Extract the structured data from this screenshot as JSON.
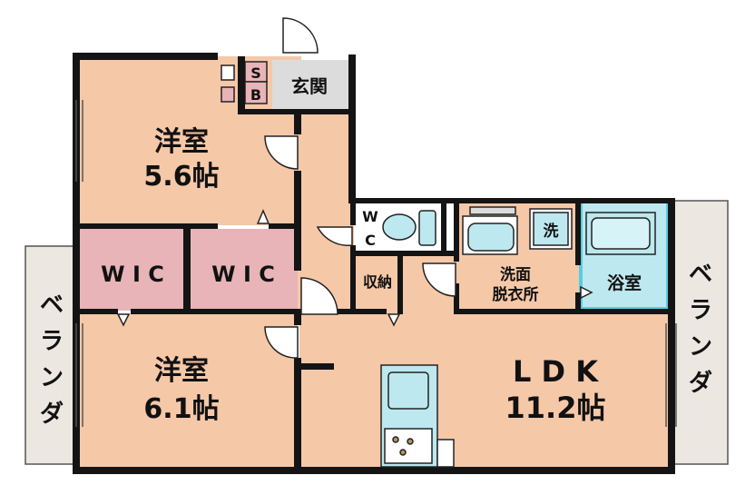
{
  "rooms": {
    "western_room_top": {
      "name": "洋室",
      "size": "5.6帖"
    },
    "western_room_bottom": {
      "name": "洋室",
      "size": "6.1帖"
    },
    "wic_left": "W I C",
    "wic_right": "W I C",
    "ldk": {
      "name": "L D K",
      "size": "11.2帖"
    },
    "entrance": "玄関",
    "shoebox": [
      "S",
      "B"
    ],
    "toilet": [
      "W",
      "C"
    ],
    "storage": "収納",
    "washroom": [
      "洗面",
      "脱衣所"
    ],
    "washer": "洗",
    "bathroom": "浴室",
    "veranda_left": [
      "ベ",
      "ラ",
      "ン",
      "ダ"
    ],
    "veranda_right": [
      "ベ",
      "ラ",
      "ン",
      "ダ"
    ]
  },
  "colors": {
    "floor": "#f5c8a8",
    "wic": "#e8b4b8",
    "veranda": "#ece7e1",
    "entrance_floor": "#dcdcdc",
    "water": "#bde8ef",
    "bath_frame": "#55cfe0",
    "wall": "#141414"
  }
}
